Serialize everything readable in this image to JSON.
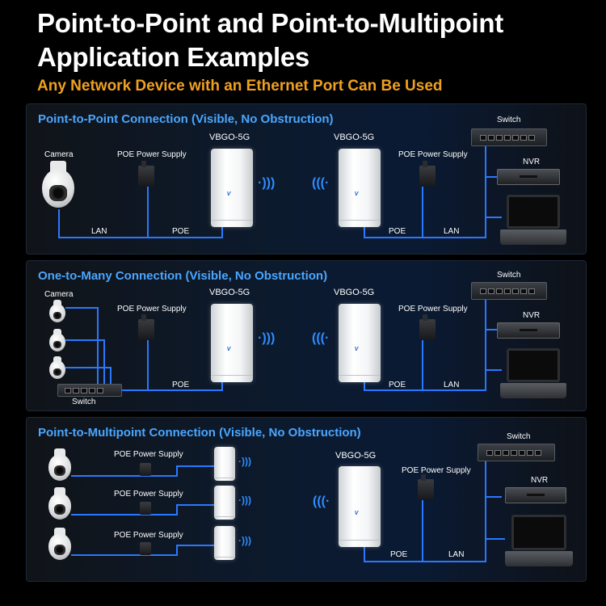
{
  "header": {
    "title": "Point-to-Point and Point-to-Multipoint Application Examples",
    "subtitle": "Any Network Device with an Ethernet Port Can Be Used"
  },
  "colors": {
    "accent_orange": "#f0a020",
    "panel_title_blue": "#4aa6ff",
    "link_blue": "#1f6fff",
    "background": "#000000"
  },
  "panels": [
    {
      "title": "Point-to-Point Connection (Visible, No Obstruction)",
      "labels": {
        "camera": "Camera",
        "poe_supply_left": "POE Power Supply",
        "vbgo_left": "VBGO-5G",
        "vbgo_right": "VBGO-5G",
        "poe_supply_right": "POE Power Supply",
        "switch": "Switch",
        "nvr": "NVR",
        "lan_left": "LAN",
        "poe_left": "POE",
        "poe_right": "POE",
        "lan_right": "LAN"
      }
    },
    {
      "title": "One-to-Many Connection (Visible, No Obstruction)",
      "labels": {
        "camera": "Camera",
        "poe_supply_left": "POE Power Supply",
        "vbgo_left": "VBGO-5G",
        "vbgo_right": "VBGO-5G",
        "poe_supply_right": "POE Power Supply",
        "switch_top": "Switch",
        "nvr": "NVR",
        "switch_bottom": "Switch",
        "poe_left": "POE",
        "poe_right": "POE",
        "lan_right": "LAN"
      }
    },
    {
      "title": "Point-to-Multipoint Connection (Visible, No Obstruction)",
      "labels": {
        "poe_supply_1": "POE Power Supply",
        "poe_supply_2": "POE Power Supply",
        "poe_supply_3": "POE Power Supply",
        "vbgo_right": "VBGO-5G",
        "poe_supply_right": "POE Power Supply",
        "switch": "Switch",
        "nvr": "NVR",
        "poe_right": "POE",
        "lan_right": "LAN"
      }
    }
  ],
  "icons": {
    "wifi": "wifi-signal-icon",
    "device_logo": "V"
  }
}
